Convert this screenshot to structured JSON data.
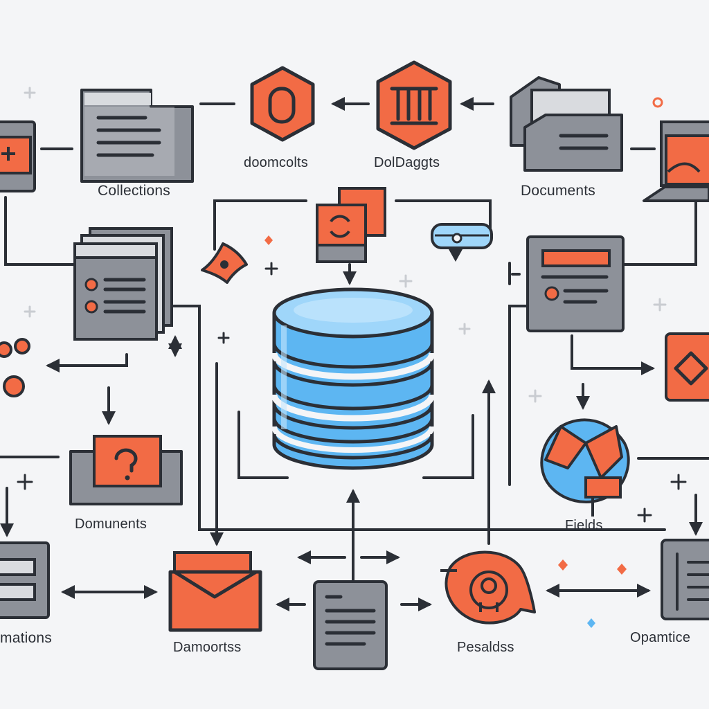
{
  "labels": {
    "collections": "Collections",
    "domcolts": "doomcolts",
    "doldaggts": "DolDaggts",
    "documents_top": "Documents",
    "domuments": "Domunents",
    "fields": "Fields",
    "mations": "mations",
    "damoorts": "Damoortss",
    "pesaldss": "Pesaldss",
    "opamtice": "Opamtice"
  },
  "colors": {
    "background": "#f4f5f7",
    "outline": "#2b2f36",
    "gray_fill": "#8d9199",
    "gray_light": "#c9ccd1",
    "doc_fill": "#d9dbdf",
    "accent_orange": "#f26b45",
    "database_blue": "#5db6f2",
    "database_blue_light": "#9fd6fa"
  },
  "icons": [
    "collection-folder-icon",
    "hexagon-record-icon",
    "hexagon-columns-icon",
    "documents-folder-icon",
    "document-list-icon",
    "database-icon",
    "form-document-icon",
    "folder-help-icon",
    "diamond-card-icon",
    "globe-fields-icon",
    "email-envelope-icon",
    "text-document-icon",
    "target-badge-icon",
    "server-icon"
  ]
}
